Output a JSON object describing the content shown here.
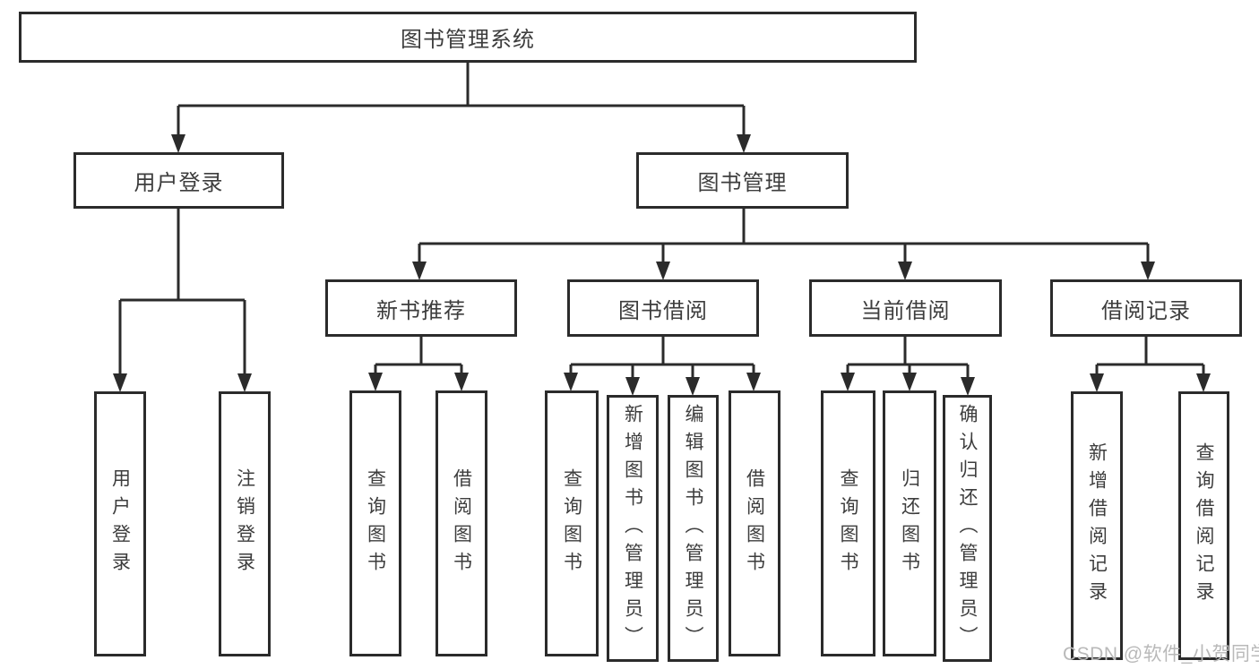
{
  "diagram_type": "tree",
  "colors": {
    "line": "#2b2b2b",
    "box_border": "#2b2b2b",
    "text": "#3d3d3d",
    "background": "#ffffff",
    "watermark": "#b9b9b9"
  },
  "tree": {
    "root": {
      "label": "图书管理系统"
    },
    "branches": [
      {
        "label": "用户登录",
        "children": [
          {
            "label": "用户登录"
          },
          {
            "label": "注销登录"
          }
        ]
      },
      {
        "label": "图书管理",
        "children": [
          {
            "label": "新书推荐",
            "children": [
              {
                "label": "查询图书"
              },
              {
                "label": "借阅图书"
              }
            ]
          },
          {
            "label": "图书借阅",
            "children": [
              {
                "label": "查询图书"
              },
              {
                "label": "新增图书（管理员）"
              },
              {
                "label": "编辑图书（管理员）"
              },
              {
                "label": "借阅图书"
              }
            ]
          },
          {
            "label": "当前借阅",
            "children": [
              {
                "label": "查询图书"
              },
              {
                "label": "归还图书"
              },
              {
                "label": "确认归还（管理员）"
              }
            ]
          },
          {
            "label": "借阅记录",
            "children": [
              {
                "label": "新增借阅记录"
              },
              {
                "label": "查询借阅记录"
              }
            ]
          }
        ]
      }
    ]
  },
  "watermark": {
    "text": "CSDN @软件_小贺同学"
  }
}
